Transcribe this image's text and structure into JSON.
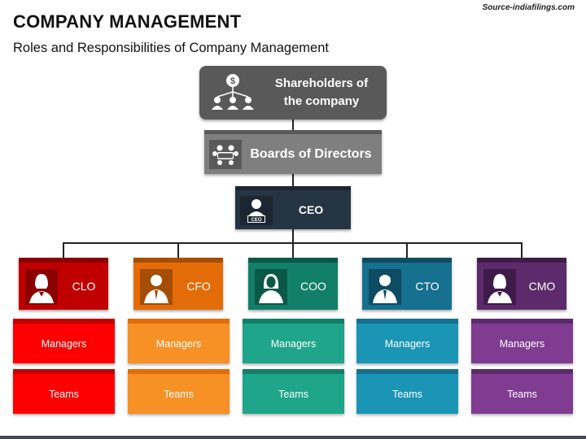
{
  "header": {
    "title": "COMPANY MANAGEMENT",
    "subtitle": "Roles and Responsibilities of Company Management",
    "source": "Source-indiafilings.com"
  },
  "chart": {
    "shareholders": {
      "label": "Shareholders of the company",
      "line1": "Shareholders of",
      "line2": "the company",
      "icon": "shareholders-dollar-icon",
      "color": "#595959"
    },
    "board": {
      "label": "Boards of Directors",
      "icon": "meeting-table-icon",
      "color": "#7f7f7f"
    },
    "ceo": {
      "label": "CEO",
      "icon": "ceo-badge-icon",
      "color": "#263544"
    },
    "executives": [
      {
        "label": "CLO",
        "icon": "woman-executive-icon",
        "color": "#c00000",
        "dark": "#8b0000",
        "managers": "Managers",
        "teams": "Teams",
        "sub_color": "#ff0000",
        "sub_dark": "#c00000"
      },
      {
        "label": "CFO",
        "icon": "man-executive-icon",
        "color": "#e36c09",
        "dark": "#a64d04",
        "managers": "Managers",
        "teams": "Teams",
        "sub_color": "#f79125",
        "sub_dark": "#e36c09"
      },
      {
        "label": "COO",
        "icon": "woman-hijab-icon",
        "color": "#128068",
        "dark": "#0a5848",
        "managers": "Managers",
        "teams": "Teams",
        "sub_color": "#1fa589",
        "sub_dark": "#128068"
      },
      {
        "label": "CTO",
        "icon": "man-executive-icon",
        "color": "#16708f",
        "dark": "#0d4c63",
        "managers": "Managers",
        "teams": "Teams",
        "sub_color": "#1b95b5",
        "sub_dark": "#16708f"
      },
      {
        "label": "CMO",
        "icon": "woman-executive-icon",
        "color": "#5d2b6b",
        "dark": "#3f1b49",
        "managers": "Managers",
        "teams": "Teams",
        "sub_color": "#7f3c91",
        "sub_dark": "#5d2b6b"
      }
    ]
  }
}
